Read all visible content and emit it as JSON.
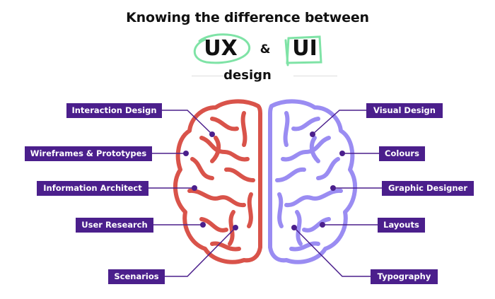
{
  "header": {
    "line1": "Knowing the difference between",
    "ux": "UX",
    "amp": "&",
    "ui": "UI",
    "line3": "design"
  },
  "colors": {
    "ux_brain": "#d9534a",
    "ui_brain": "#9a8cf2",
    "tag_bg": "#4b1f8c",
    "ux_highlight": "#7fe3a6",
    "ui_highlight": "#7fe3a6",
    "connector": "#4b1f8c"
  },
  "ux_labels": [
    "Interaction Design",
    "Wireframes & Prototypes",
    "Information Architect",
    "User Research",
    "Scenarios"
  ],
  "ui_labels": [
    "Visual Design",
    "Colours",
    "Graphic Designer",
    "Layouts",
    "Typography"
  ]
}
